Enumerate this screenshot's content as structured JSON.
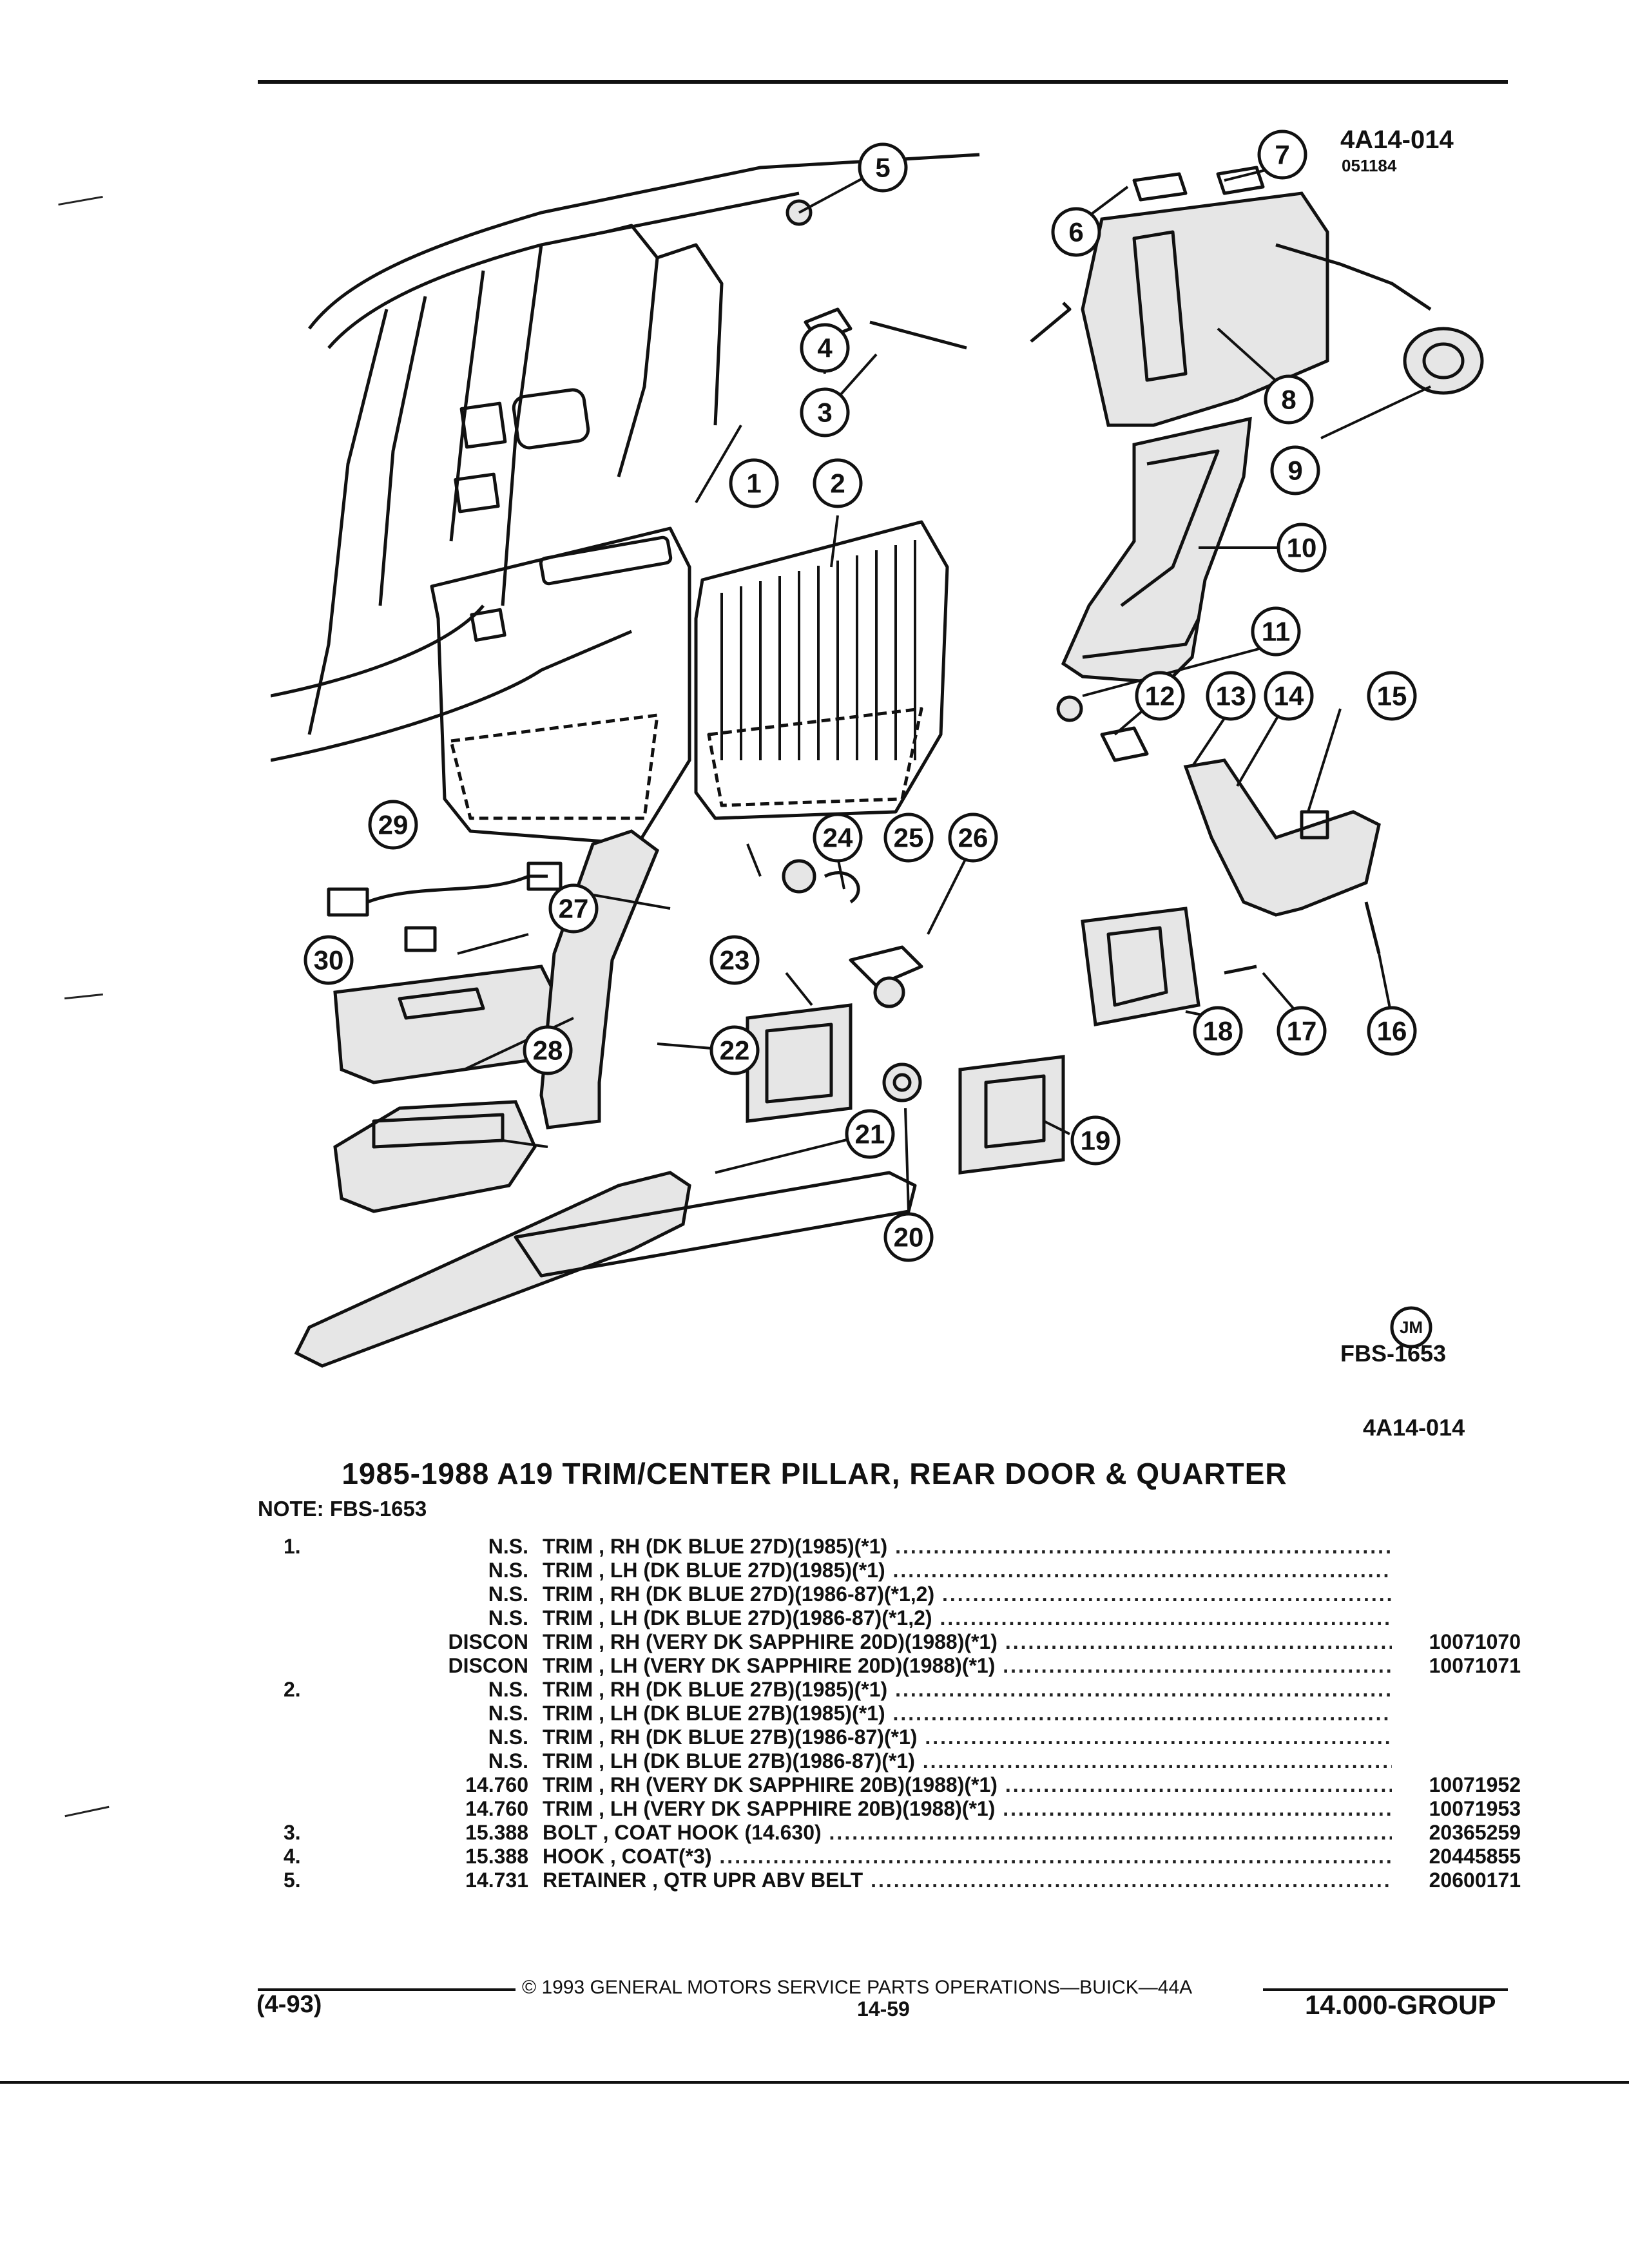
{
  "header": {
    "code": "4A14-014",
    "sub_code": "051184"
  },
  "diagram": {
    "callouts": [
      "1",
      "2",
      "3",
      "4",
      "5",
      "6",
      "7",
      "8",
      "9",
      "10",
      "11",
      "12",
      "13",
      "14",
      "15",
      "16",
      "17",
      "18",
      "19",
      "20",
      "21",
      "22",
      "23",
      "24",
      "25",
      "26",
      "27",
      "28",
      "29",
      "30"
    ],
    "stamp": "JM",
    "figure_code": "FBS-1653"
  },
  "section": {
    "code": "4A14-014",
    "title": "1985-1988 A19 TRIM/CENTER PILLAR, REAR DOOR & QUARTER",
    "note": "NOTE:  FBS-1653"
  },
  "parts": [
    {
      "item": "1.",
      "group": "N.S.",
      "desc": "TRIM , RH (DK BLUE 27D)(1985)(*1)",
      "part": ""
    },
    {
      "item": "",
      "group": "N.S.",
      "desc": "TRIM , LH (DK BLUE 27D)(1985)(*1)",
      "part": ""
    },
    {
      "item": "",
      "group": "N.S.",
      "desc": "TRIM , RH (DK BLUE 27D)(1986-87)(*1,2)",
      "part": ""
    },
    {
      "item": "",
      "group": "N.S.",
      "desc": "TRIM , LH (DK BLUE 27D)(1986-87)(*1,2)",
      "part": ""
    },
    {
      "item": "",
      "group": "DISCON",
      "desc": "TRIM , RH (VERY DK SAPPHIRE 20D)(1988)(*1)",
      "part": "10071070"
    },
    {
      "item": "",
      "group": "DISCON",
      "desc": "TRIM , LH (VERY DK SAPPHIRE 20D)(1988)(*1)",
      "part": "10071071"
    },
    {
      "item": "2.",
      "group": "N.S.",
      "desc": "TRIM , RH (DK BLUE 27B)(1985)(*1)",
      "part": ""
    },
    {
      "item": "",
      "group": "N.S.",
      "desc": "TRIM , LH (DK BLUE 27B)(1985)(*1)",
      "part": ""
    },
    {
      "item": "",
      "group": "N.S.",
      "desc": "TRIM , RH (DK BLUE 27B)(1986-87)(*1)",
      "part": ""
    },
    {
      "item": "",
      "group": "N.S.",
      "desc": "TRIM , LH (DK BLUE 27B)(1986-87)(*1)",
      "part": ""
    },
    {
      "item": "",
      "group": "14.760",
      "desc": "TRIM , RH (VERY DK SAPPHIRE 20B)(1988)(*1)",
      "part": "10071952"
    },
    {
      "item": "",
      "group": "14.760",
      "desc": "TRIM , LH (VERY DK SAPPHIRE 20B)(1988)(*1)",
      "part": "10071953"
    },
    {
      "item": "3.",
      "group": "15.388",
      "desc": "BOLT , COAT HOOK (14.630)",
      "part": "20365259"
    },
    {
      "item": "4.",
      "group": "15.388",
      "desc": "HOOK , COAT(*3)",
      "part": "20445855"
    },
    {
      "item": "5.",
      "group": "14.731",
      "desc": "RETAINER , QTR UPR ABV BELT",
      "part": "20600171"
    }
  ],
  "footer": {
    "copyright": "© 1993  GENERAL MOTORS SERVICE PARTS OPERATIONS—BUICK—44A",
    "date": "(4-93)",
    "page": "14-59",
    "group": "14.000-GROUP"
  }
}
